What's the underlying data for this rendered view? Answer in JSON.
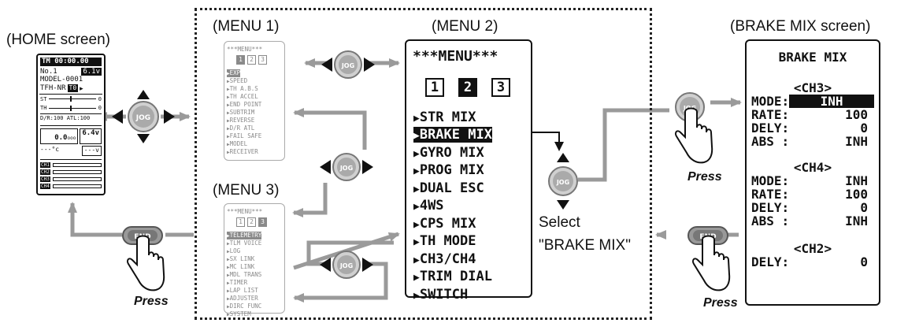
{
  "labels": {
    "home": "(HOME screen)",
    "menu1": "(MENU 1)",
    "menu2": "(MENU 2)",
    "menu3": "(MENU 3)",
    "brake_screen": "(BRAKE MIX screen)",
    "select_line1": "Select",
    "select_line2": "\"BRAKE MIX\"",
    "press": "Press"
  },
  "buttons": {
    "jog": "JOG",
    "end": "END"
  },
  "home_screen": {
    "timer": "TM 00:00.00",
    "model_no": "No.1",
    "voltage": "6.1v",
    "model_name": "MODEL-0001",
    "mode": "TFH-NR",
    "mode_badge": "T0",
    "st_label": "ST",
    "st_val": "0",
    "th_label": "TH",
    "th_val": "0",
    "dr_line": "D/R:100 ATL:100",
    "reading1": "0.0",
    "reading1_unit": "ooo",
    "reading2": "6.4v",
    "temp": "---°c",
    "volt2": "---v",
    "channels": [
      "CH1",
      "CH2",
      "CH3",
      "CH4"
    ]
  },
  "menu1": {
    "title": "***MENU***",
    "pages": [
      "1",
      "2",
      "3"
    ],
    "items": [
      "EXP",
      "SPEED",
      "TH A.B.S",
      "TH ACCEL",
      "END POINT",
      "SUBTRIM",
      "REVERSE",
      "D/R ATL",
      "FAIL SAFE",
      "MODEL",
      "RECEIVER"
    ]
  },
  "menu2": {
    "title": "***MENU***",
    "pages": [
      "1",
      "2",
      "3"
    ],
    "items": [
      "STR MIX",
      "BRAKE MIX",
      "GYRO MIX",
      "PROG MIX",
      "DUAL ESC",
      "4WS",
      "CPS MIX",
      "TH MODE",
      "CH3/CH4",
      "TRIM DIAL",
      "SWITCH"
    ]
  },
  "menu3": {
    "title": "***MENU***",
    "pages": [
      "1",
      "2",
      "3"
    ],
    "items": [
      "TELEMETRY",
      "TLM VOICE",
      "LOG",
      "SX LINK",
      "MC LINK",
      "MDL TRANS",
      "TIMER",
      "LAP LIST",
      "ADJUSTER",
      "DIRC FUNC",
      "SYSTEM"
    ]
  },
  "brake_mix": {
    "title": "BRAKE MIX",
    "ch3_header": "<CH3>",
    "ch3": [
      {
        "key": "MODE:",
        "val": "INH"
      },
      {
        "key": "RATE:",
        "val": "100"
      },
      {
        "key": "DELY:",
        "val": "0"
      },
      {
        "key": "ABS :",
        "val": "INH"
      }
    ],
    "ch4_header": "<CH4>",
    "ch4": [
      {
        "key": "MODE:",
        "val": "INH"
      },
      {
        "key": "RATE:",
        "val": "100"
      },
      {
        "key": "DELY:",
        "val": "0"
      },
      {
        "key": "ABS :",
        "val": "INH"
      }
    ],
    "ch2_header": "<CH2>",
    "ch2": [
      {
        "key": "DELY:",
        "val": "0"
      }
    ]
  }
}
